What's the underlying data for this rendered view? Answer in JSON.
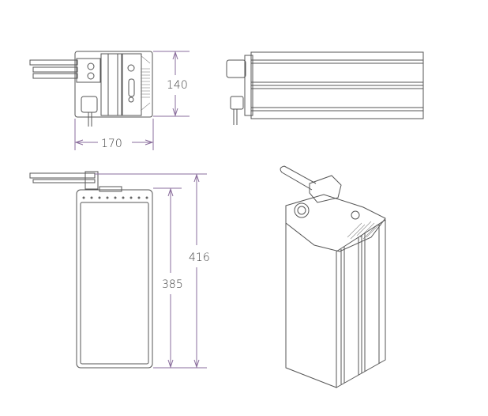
{
  "dimensions": {
    "height_top_view": "140",
    "width_top_view": "170",
    "height_front_body": "385",
    "height_front_total": "416"
  },
  "colors": {
    "dimension_line": "#8a6d9c",
    "outline": "#555555"
  }
}
